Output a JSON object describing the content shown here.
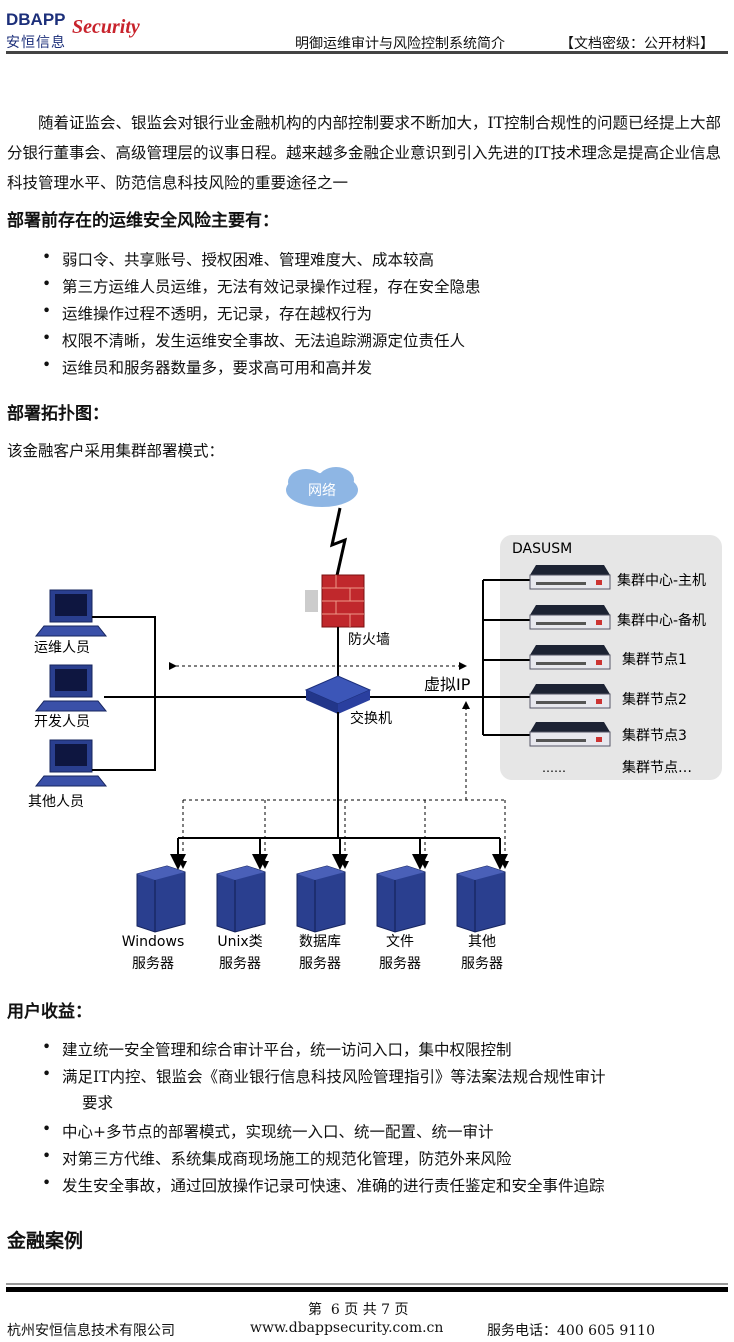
{
  "header": {
    "logo_en": "DBAPP",
    "logo_sec": "Security",
    "logo_cn": "安恒信息",
    "doc_title": "明御运维审计与风险控制系统简介",
    "classification": "【文档密级：公开材料】"
  },
  "intro": "随着证监会、银监会对银行业金融机构的内部控制要求不断加大，IT控制合规性的问题已经提上大部分银行董事会、高级管理层的议事日程。越来越多金融企业意识到引入先进的IT技术理念是提高企业信息科技管理水平、防范信息科技风险的重要途径之一",
  "risks": {
    "heading": "部署前存在的运维安全风险主要有：",
    "items": [
      "弱口令、共享账号、授权困难、管理难度大、成本较高",
      "第三方运维人员运维，无法有效记录操作过程，存在安全隐患",
      "运维操作过程不透明，无记录，存在越权行为",
      "权限不清晰，发生运维安全事故、无法追踪溯源定位责任人",
      "运维员和服务器数量多，要求高可用和高并发"
    ]
  },
  "topology": {
    "heading": "部署拓扑图：",
    "caption": "该金融客户采用集群部署模式：",
    "diagram": {
      "cloud": "网络",
      "firewall": "防火墙",
      "switch": "交换机",
      "virtual_ip": "虚拟IP",
      "cluster_title": "DASUSM",
      "cluster_nodes": [
        "集群中心-主机",
        "集群中心-备机",
        "集群节点1",
        "集群节点2",
        "集群节点3"
      ],
      "cluster_more_dots": "……",
      "cluster_more": "集群节点…",
      "users": [
        "运维人员",
        "开发人员",
        "其他人员"
      ],
      "servers": [
        {
          "l1": "Windows",
          "l2": "服务器"
        },
        {
          "l1": "Unix类",
          "l2": "服务器"
        },
        {
          "l1": "数据库",
          "l2": "服务器"
        },
        {
          "l1": "文件",
          "l2": "服务器"
        },
        {
          "l1": "其他",
          "l2": "服务器"
        }
      ]
    }
  },
  "benefits": {
    "heading": "用户收益：",
    "items": [
      "建立统一安全管理和综合审计平台，统一访问入口，集中权限控制",
      "满足IT内控、银监会《商业银行信息科技风险管理指引》等法案法规合规性审计",
      "中心+多节点的部署模式，实现统一入口、统一配置、统一审计",
      "对第三方代维、系统集成商现场施工的规范化管理，防范外来风险",
      "发生安全事故，通过回放操作记录可快速、准确的进行责任鉴定和安全事件追踪"
    ],
    "item2_cont": "要求"
  },
  "case_heading": "金融案例",
  "footer": {
    "page": "第  6 页 共 7 页",
    "company": "杭州安恒信息技术有限公司",
    "website": "www.dbappsecurity.com.cn",
    "phone": "服务电话：400 605 9110"
  }
}
